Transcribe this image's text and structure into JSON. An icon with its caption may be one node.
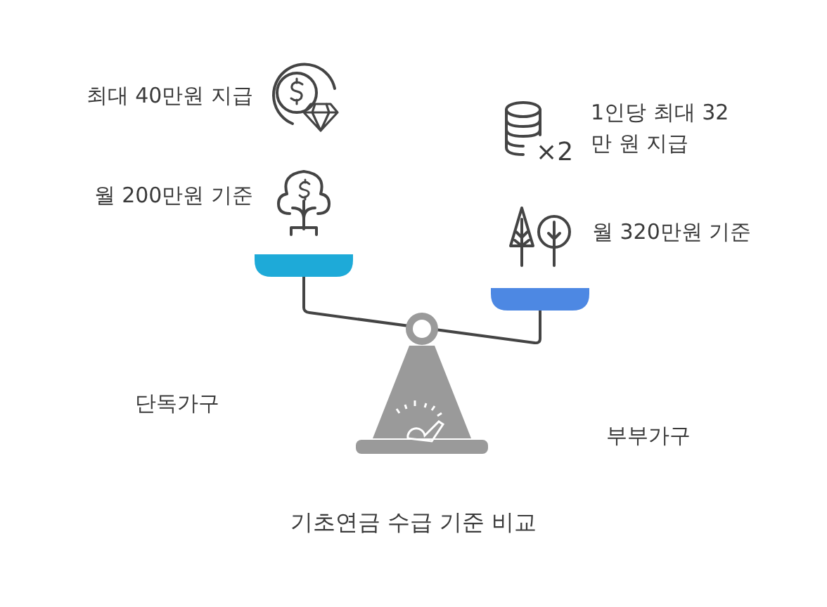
{
  "diagram": {
    "caption": "기초연금 수급 기준 비교",
    "labels": [
      "최대 40만원 지급",
      "1인당 최대 32만 원 지급",
      "×2",
      "월 200만원 기준",
      "월 320만원 기준",
      "단독가구",
      "부부가구"
    ]
  }
}
